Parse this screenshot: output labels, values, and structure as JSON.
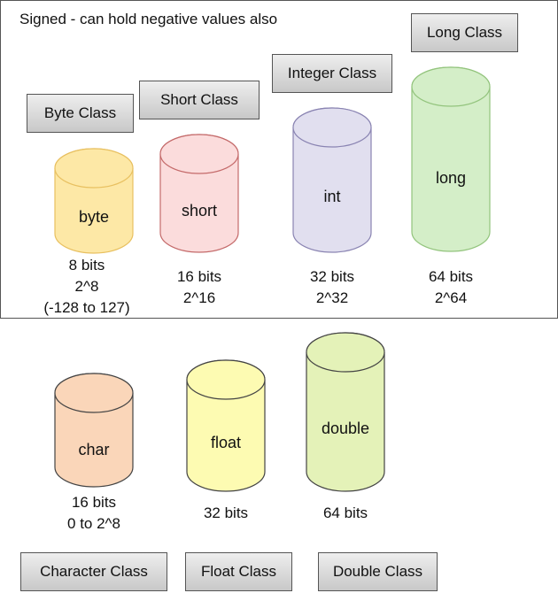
{
  "heading": "Signed - can hold negative values also",
  "classes": {
    "byte": "Byte Class",
    "short": "Short Class",
    "integer": "Integer Class",
    "long": "Long Class",
    "character": "Character Class",
    "float": "Float Class",
    "double": "Double Class"
  },
  "types": {
    "byte": {
      "name": "byte",
      "info": [
        "8 bits",
        "2^8",
        "(-128 to 127)"
      ],
      "fill": "#fde8a6",
      "stroke": "#e8c060"
    },
    "short": {
      "name": "short",
      "info": [
        "16 bits",
        "2^16"
      ],
      "fill": "#fbdcdc",
      "stroke": "#c46a6a"
    },
    "int": {
      "name": "int",
      "info": [
        "32 bits",
        "2^32"
      ],
      "fill": "#e1dfef",
      "stroke": "#8a84b2"
    },
    "long": {
      "name": "long",
      "info": [
        "64 bits",
        "2^64"
      ],
      "fill": "#d4eec8",
      "stroke": "#93c47d"
    },
    "char": {
      "name": "char",
      "info": [
        "16 bits",
        "0 to 2^8"
      ],
      "fill": "#fad6b9",
      "stroke": "#444444"
    },
    "float": {
      "name": "float",
      "info": [
        "32 bits"
      ],
      "fill": "#fdfbb2",
      "stroke": "#444444"
    },
    "double": {
      "name": "double",
      "info": [
        "64 bits"
      ],
      "fill": "#e4f2b8",
      "stroke": "#444444"
    }
  }
}
